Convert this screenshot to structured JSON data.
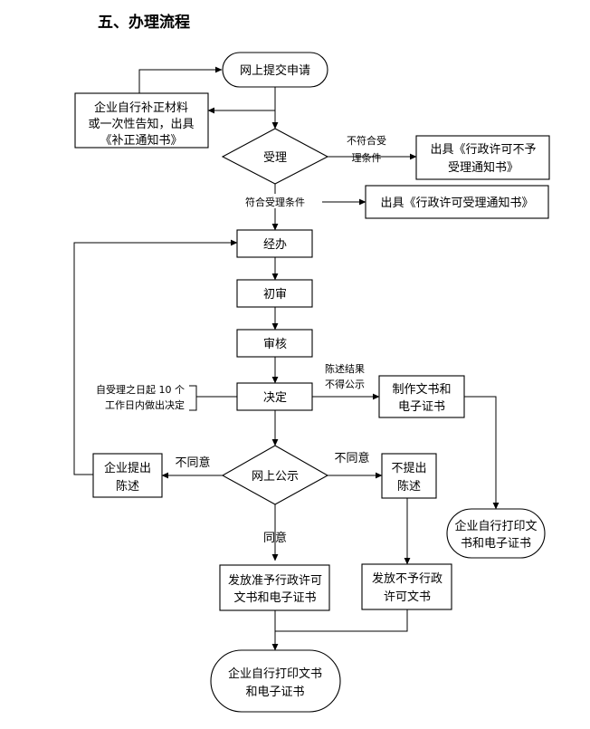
{
  "heading": "五、办理流程",
  "nodes": {
    "submit": "网上提交申请",
    "supplement_1": "企业自行补正材料",
    "supplement_2": "或一次性告知，出具",
    "supplement_3": "《补正通知书》",
    "accept": "受理",
    "not_accept_cond_1": "不符合受",
    "not_accept_cond_2": "理条件",
    "reject_notice_1": "出具《行政许可不予",
    "reject_notice_2": "受理通知书》",
    "accept_cond": "符合受理条件",
    "accept_notice": "出具《行政许可受理通知书》",
    "handle": "经办",
    "first_review": "初审",
    "review": "审核",
    "decision": "决定",
    "deadline_1": "自受理之日起 10 个",
    "deadline_2": "工作日内做出决定",
    "statement_result_1": "陈述结果",
    "statement_result_2": "不得公示",
    "make_docs_1": "制作文书和",
    "make_docs_2": "电子证书",
    "publicity": "网上公示",
    "disagree_left": "不同意",
    "disagree_right": "不同意",
    "agree": "同意",
    "ent_statement_1": "企业提出",
    "ent_statement_2": "陈述",
    "no_statement_1": "不提出",
    "no_statement_2": "陈述",
    "print_right_1": "企业自行打印文",
    "print_right_2": "书和电子证书",
    "grant_1": "发放准予行政许可",
    "grant_2": "文书和电子证书",
    "deny_1": "发放不予行政",
    "deny_2": "许可文书",
    "print_bottom_1": "企业自行打印文书",
    "print_bottom_2": "和电子证书"
  }
}
